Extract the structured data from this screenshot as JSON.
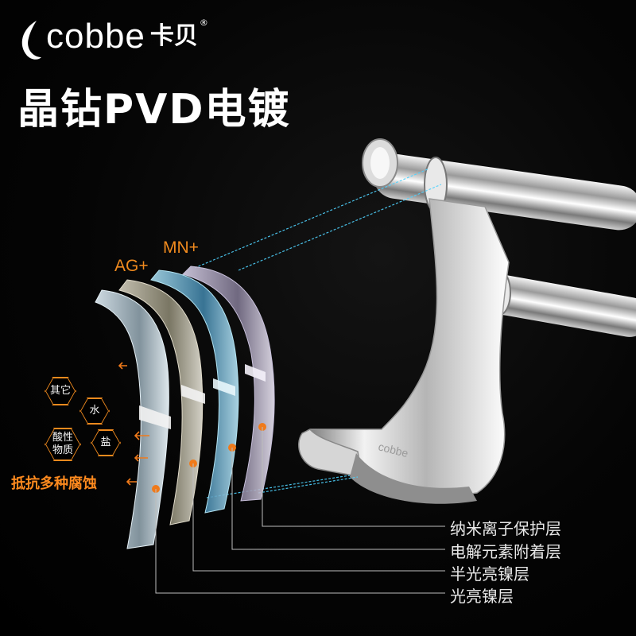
{
  "brand": {
    "name": "cobbe",
    "name_cn": "卡贝",
    "registered": "®"
  },
  "headline": "晶钻PVD电镀",
  "ions": {
    "ag": "AG+",
    "mn": "MN+"
  },
  "threats": {
    "other": "其它",
    "water": "水",
    "acid_line1": "酸性",
    "acid_line2": "物质",
    "salt": "盐"
  },
  "resist_text": "抵抗多种腐蚀",
  "layers": [
    "纳米离子保护层",
    "电解元素附着层",
    "半光亮镍层",
    "光亮镍层"
  ],
  "colors": {
    "accent": "#f08a1e",
    "background": "#000000",
    "text": "#ffffff",
    "glow_line": "#4fd3ff"
  }
}
